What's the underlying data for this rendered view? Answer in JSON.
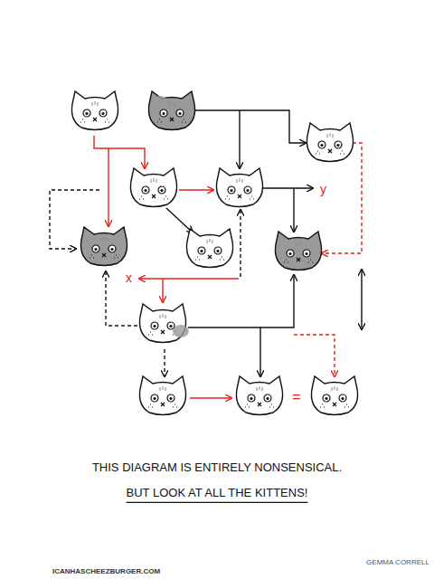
{
  "diagram": {
    "labels": [
      "y",
      "x",
      "=",
      "THIS DIAGRAM IS ENTIRELY NONSENSICAL.",
      "BUT LOOK AT ALL THE KITTENS!",
      "GEMMA CORRELL",
      "ICANHASCHEEZBURGER.COM"
    ]
  }
}
